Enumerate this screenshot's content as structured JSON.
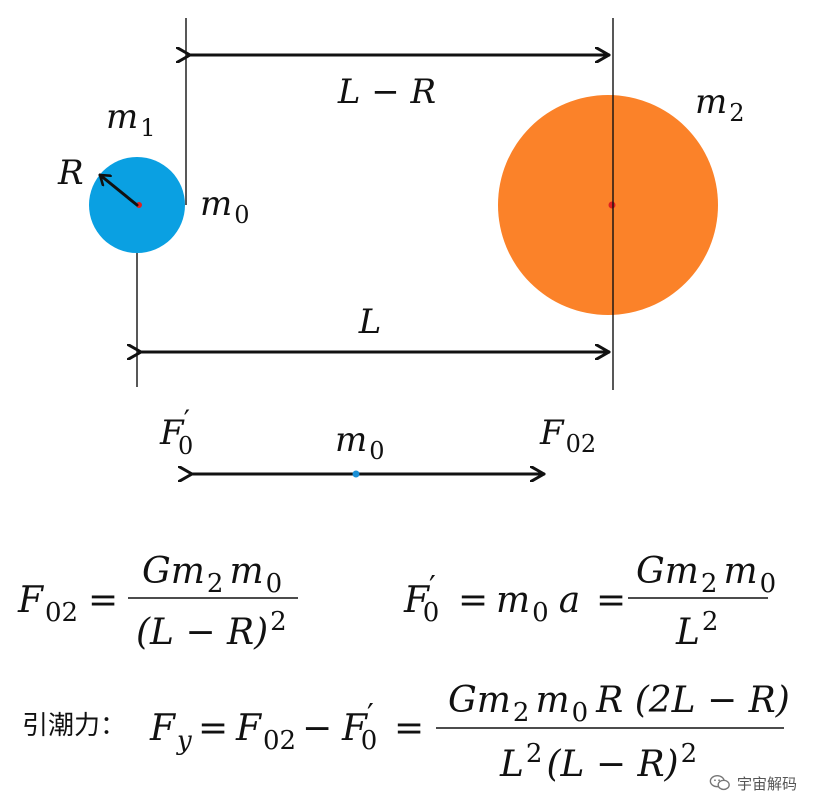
{
  "labels": {
    "m1": "m",
    "m1_sub": "1",
    "m2": "m",
    "m2_sub": "2",
    "m0": "m",
    "m0_sub": "0",
    "R": "R",
    "L_minus_R": "L − R",
    "L": "L",
    "F0p": "F",
    "F0p_prime": "′",
    "F0p_sub": "0",
    "F02": "F",
    "F02_sub": "02",
    "m0_center": "m",
    "m0_center_sub": "0"
  },
  "equations": {
    "eq1": {
      "lhs": "F",
      "lhs_sub": "02",
      "eq": "=",
      "num_G": "Gm",
      "num_sub1": "2",
      "num_m": "m",
      "num_sub2": "0",
      "den": "(L − R)",
      "den_sup": "2"
    },
    "eq2": {
      "lhs": "F",
      "lhs_prime": "′",
      "lhs_sub": "0",
      "eq": "=",
      "mid": "m",
      "mid_sub": "0",
      "mid_a": "a",
      "eq2": "=",
      "num_G": "Gm",
      "num_sub1": "2",
      "num_m": "m",
      "num_sub2": "0",
      "den": "L",
      "den_sup": "2"
    },
    "eq3": {
      "prefix": "引潮力：",
      "lhs": "F",
      "lhs_sub": "y",
      "eq": "=",
      "t1": "F",
      "t1_sub": "02",
      "minus": "−",
      "t2": "F",
      "t2_prime": "′",
      "t2_sub": "0",
      "eq2": "=",
      "num": "Gm",
      "num_sub1": "2",
      "num_m": "m",
      "num_sub2": "0",
      "num_rest": "R (2L − R)",
      "den_L": "L",
      "den_sup1": "2",
      "den_rest": "(L − R)",
      "den_sup2": "2"
    }
  },
  "watermark": {
    "text": "宇宙解码"
  },
  "colors": {
    "body_m0": "#0aa0e2",
    "body_m2": "#fb8229",
    "center_dot": "#e02020",
    "center_dot_blue": "#1a8fd6"
  }
}
